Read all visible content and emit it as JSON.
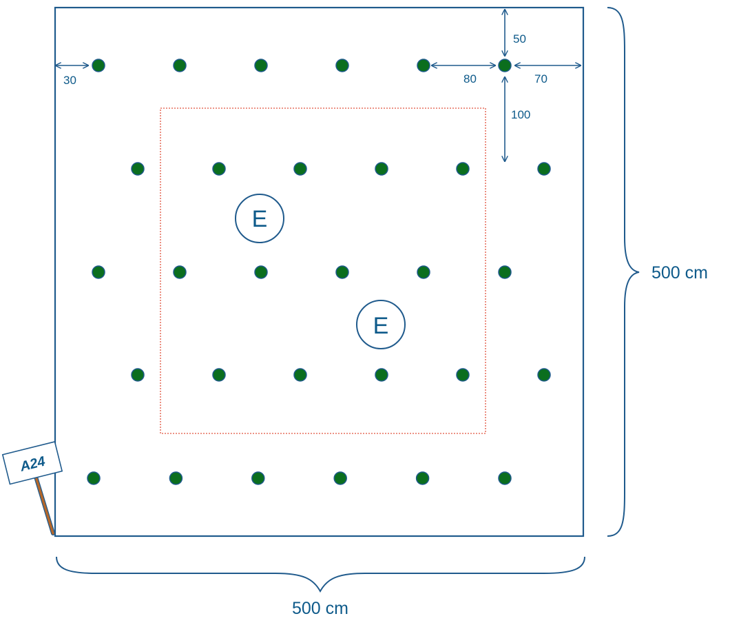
{
  "colors": {
    "frame": "#1f5a8c",
    "plant_fill": "#0b6e1e",
    "plant_stroke": "#1f5a8c",
    "inner_border": "#e0503c",
    "label_text": "#0e5a8a",
    "stake": "#b4672a"
  },
  "sign": {
    "label": "A24"
  },
  "width_label": "500 cm",
  "height_label": "500 cm",
  "dimensions": {
    "left_gap": "30",
    "top_gap": "50",
    "row_spacing_label": "100",
    "column_spacing_label": "80",
    "right_gap": "70"
  },
  "markers": [
    {
      "label": "E"
    },
    {
      "label": "E"
    }
  ],
  "plant_rows": [
    {
      "count": 6
    },
    {
      "count": 6
    },
    {
      "count": 6
    },
    {
      "count": 6
    },
    {
      "count": 6
    }
  ]
}
